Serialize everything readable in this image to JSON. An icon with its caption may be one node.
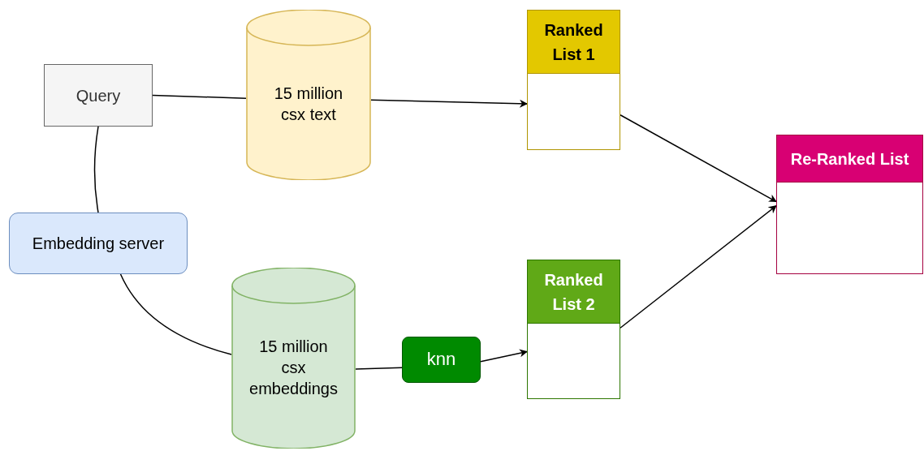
{
  "diagram": {
    "nodes": [
      {
        "text": [
          "Query"
        ]
      },
      {
        "text": [
          "15 million csx text"
        ]
      },
      {
        "text": [
          "Ranked List 1"
        ]
      },
      {
        "text": [
          "Embedding server"
        ]
      },
      {
        "text": [
          "15 million csx embeddings"
        ]
      },
      {
        "text": [
          "knn"
        ]
      },
      {
        "text": [
          "Ranked List 2"
        ]
      },
      {
        "text": [
          "Re-Ranked List"
        ]
      }
    ],
    "edges": [
      {
        "from": 0,
        "to": 1,
        "arrow": "none"
      },
      {
        "from": 1,
        "to": 2,
        "arrow": "to"
      },
      {
        "from": 0,
        "to": 3,
        "arrow": "none"
      },
      {
        "from": 3,
        "to": 4,
        "arrow": "none"
      },
      {
        "from": 4,
        "to": 5,
        "arrow": "none"
      },
      {
        "from": 5,
        "to": 6,
        "arrow": "to"
      },
      {
        "from": 2,
        "to": 7,
        "arrow": "to"
      },
      {
        "from": 6,
        "to": 7,
        "arrow": "to"
      }
    ]
  }
}
